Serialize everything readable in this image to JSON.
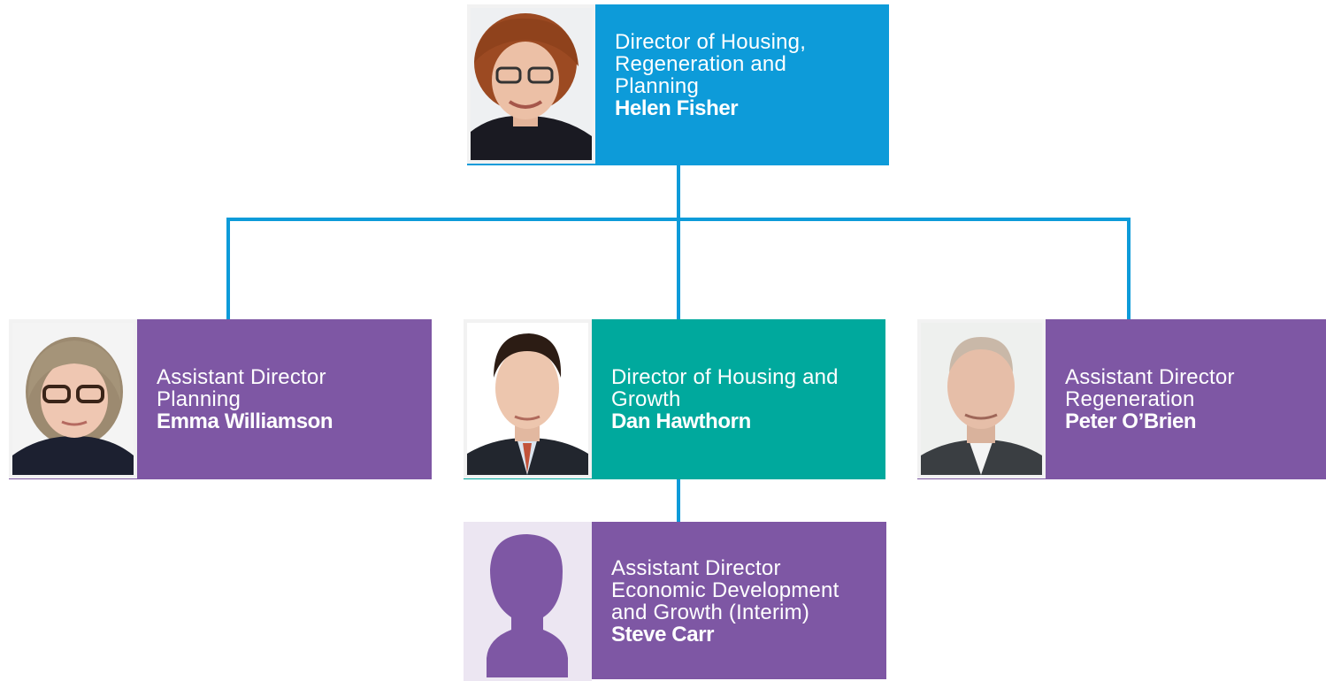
{
  "colors": {
    "director_blue": "#0d9bd9",
    "teal": "#00a99d",
    "purple": "#7e57a4",
    "connector": "#0d9bd9"
  },
  "org": {
    "top": {
      "role": "Director of Housing,\nRegeneration and\nPlanning",
      "name": "Helen Fisher",
      "photo": "photo-helen-fisher"
    },
    "left": {
      "role": "Assistant Director\nPlanning",
      "name": "Emma Williamson",
      "photo": "photo-emma-williamson"
    },
    "center": {
      "role": "Director of Housing and\nGrowth",
      "name": "Dan Hawthorn",
      "photo": "photo-dan-hawthorn"
    },
    "right": {
      "role": "Assistant Director\nRegeneration",
      "name": "Peter O’Brien",
      "photo": "photo-peter-obrien"
    },
    "bottom": {
      "role": "Assistant Director\nEconomic Development\nand Growth (Interim)",
      "name": "Steve Carr",
      "photo": "silhouette-placeholder-icon"
    }
  }
}
